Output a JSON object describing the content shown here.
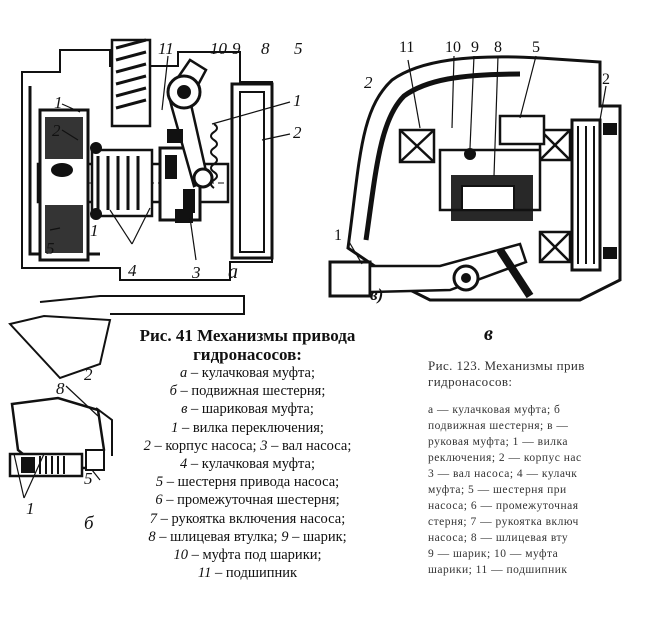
{
  "figure_a": {
    "view_label": "а",
    "callouts": {
      "c11": "11",
      "c10": "10",
      "c9": "9",
      "c8": "8",
      "c5top": "5",
      "c1a": "1",
      "c2a": "2",
      "c1b": "1",
      "c2b": "2",
      "c1c": "1",
      "c5bot": "5",
      "c4": "4",
      "c3": "3"
    }
  },
  "figure_b": {
    "callouts": {
      "c8": "8",
      "c2": "2",
      "c5": "5",
      "c1": "1",
      "c6": "б"
    }
  },
  "figure_v": {
    "view_label": "в",
    "callouts": {
      "c11": "11",
      "c10": "10",
      "c9": "9",
      "c8": "8",
      "c5": "5",
      "c2left": "2",
      "c2right": "2",
      "c1": "1",
      "cv": "в)"
    }
  },
  "caption_41": {
    "title_line1": "Рис. 41   Механизмы привода",
    "title_line2": "гидронасосов:",
    "lines": [
      {
        "key": "а",
        "text": " – кулачковая муфта;"
      },
      {
        "key": "б",
        "text": " – подвижная шестерня;"
      },
      {
        "key": "в",
        "text": " – шариковая муфта;"
      },
      {
        "key": "1",
        "text": " – вилка переключения;"
      },
      {
        "key": "2",
        "text": " – корпус насоса; ",
        "key2": "3",
        "text2": " – вал насоса;"
      },
      {
        "key": "4",
        "text": " – кулачковая муфта;"
      },
      {
        "key": "5",
        "text": " – шестерня привода насоса;"
      },
      {
        "key": "6",
        "text": " – промежуточная шестерня;"
      },
      {
        "key": "7",
        "text": " – рукоятка включения насоса;"
      },
      {
        "key": "8",
        "text": " – шлицевая втулка; ",
        "key2": "9",
        "text2": " – шарик;"
      },
      {
        "key": "10",
        "text": " – муфта под шарики;"
      },
      {
        "key": "11",
        "text": " – подшипник"
      }
    ]
  },
  "caption_123": {
    "title_line1": "Рис. 123. Механизмы прив",
    "title_line2": "гидронасосов:",
    "body_lines": [
      "а — кулачковая муфта; б",
      "подвижная шестерня; в —",
      "руковая муфта; 1 — вилка",
      "реключения; 2 — корпус нас",
      "3 — вал насоса; 4 — кулачк",
      "муфта; 5 — шестерня при",
      "насоса; 6 — промежуточная",
      "стерня; 7 — рукоятка включ",
      "насоса; 8 — шлицевая вту",
      "9 — шарик; 10 — муфта",
      "шарики; 11 — подшипник"
    ]
  },
  "colors": {
    "ink": "#111111",
    "paper": "#ffffff"
  }
}
